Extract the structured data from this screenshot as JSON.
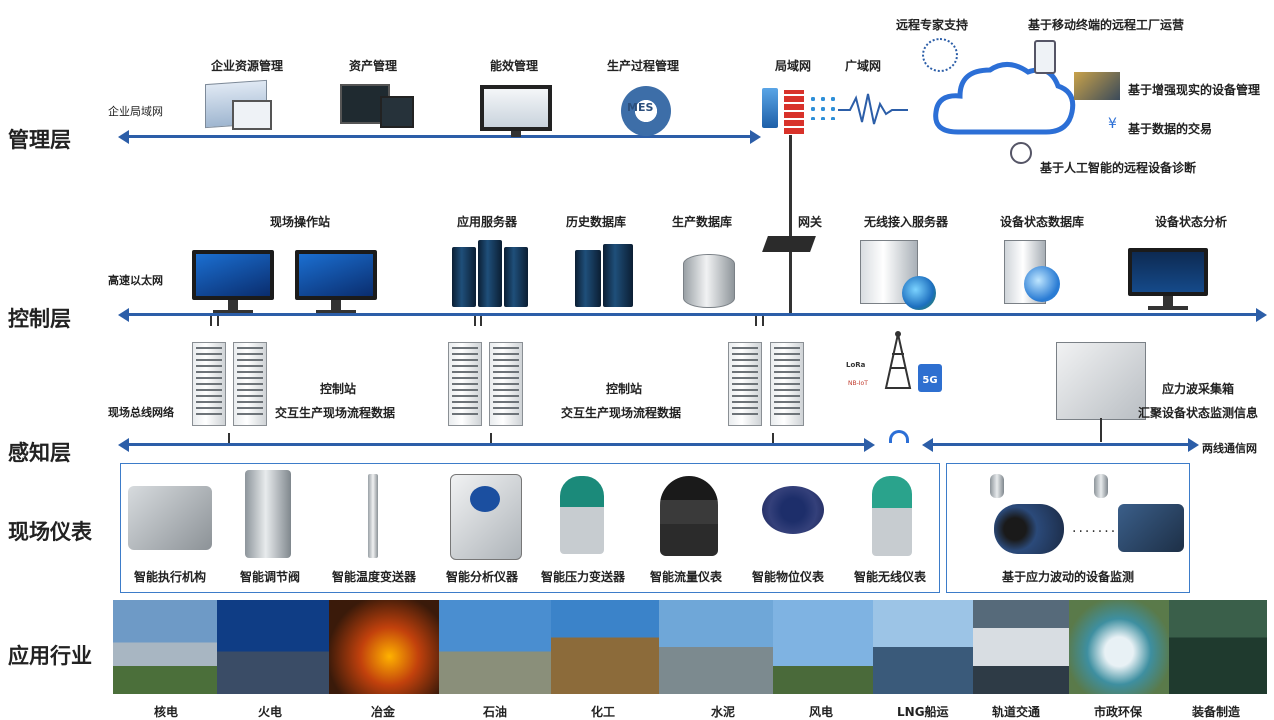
{
  "layers": {
    "management": "管理层",
    "control": "控制层",
    "sensing": "感知层",
    "field": "现场仪表",
    "industry": "应用行业"
  },
  "management": {
    "network": "企业局域网",
    "items": [
      "企业资源管理",
      "资产管理",
      "能效管理",
      "生产过程管理",
      "局域网",
      "广域网"
    ],
    "mes": "MES",
    "cloud_items": {
      "remote_expert": "远程专家支持",
      "mobile": "基于移动终端的远程工厂运营",
      "ar": "基于增强现实的设备管理",
      "data_trade": "基于数据的交易",
      "ai": "基于人工智能的远程设备诊断",
      "yuan": "¥"
    }
  },
  "control": {
    "network": "高速以太网",
    "items": [
      "现场操作站",
      "应用服务器",
      "历史数据库",
      "生产数据库",
      "网关",
      "无线接入服务器",
      "设备状态数据库",
      "设备状态分析"
    ]
  },
  "sensing": {
    "network": "现场总线网络",
    "station1": {
      "title": "控制站",
      "desc": "交互生产现场流程数据"
    },
    "station2": {
      "title": "控制站",
      "desc": "交互生产现场流程数据"
    },
    "collector": {
      "title": "应力波采集箱",
      "desc": "汇聚设备状态监测信息"
    },
    "two_wire": "两线通信网",
    "wireless": {
      "lora": "LoRa",
      "nb": "NB-IoT",
      "g5": "5G"
    }
  },
  "field": {
    "instruments": [
      "智能执行机构",
      "智能调节阀",
      "智能温度变送器",
      "智能分析仪器",
      "智能压力变送器",
      "智能流量仪表",
      "智能物位仪表",
      "智能无线仪表"
    ],
    "monitoring": "基于应力波动的设备监测"
  },
  "industries": [
    "核电",
    "火电",
    "冶金",
    "石油",
    "化工",
    "水泥",
    "风电",
    "LNG船运",
    "轨道交通",
    "市政环保",
    "装备制造"
  ],
  "colors": {
    "bus": "#2c5ea8",
    "panel_border": "#3d7cc9"
  }
}
